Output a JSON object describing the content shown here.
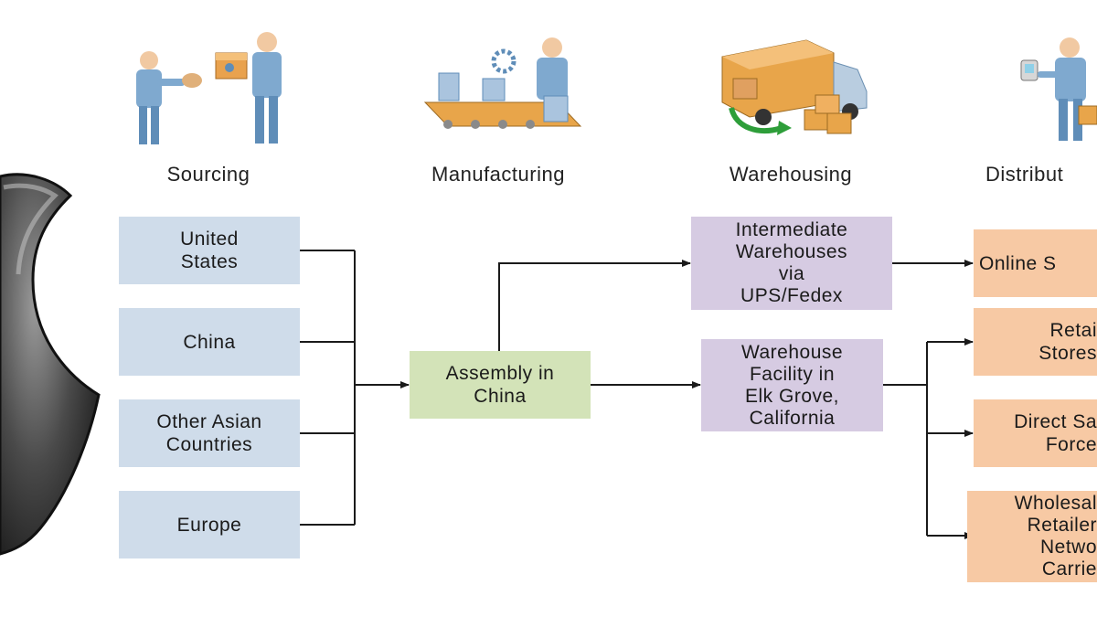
{
  "colors": {
    "source_box": "#cfdcea",
    "assembly_box": "#d3e3b8",
    "warehouse_box": "#d6cbe2",
    "distribution_box": "#f7c9a4",
    "connector": "#1a1a1a",
    "logo": "#4a4a4a"
  },
  "logo": {
    "icon": "apple-logo-icon"
  },
  "stages": [
    {
      "label": "Sourcing",
      "icon": "people-exchanging-package-icon"
    },
    {
      "label": "Manufacturing",
      "icon": "assembly-line-worker-icon"
    },
    {
      "label": "Warehousing",
      "icon": "delivery-truck-icon"
    },
    {
      "label": "Distribut",
      "icon": "worker-with-scanner-icon"
    }
  ],
  "sources": [
    {
      "label": "United\nStates"
    },
    {
      "label": "China"
    },
    {
      "label": "Other Asian\nCountries"
    },
    {
      "label": "Europe"
    }
  ],
  "assembly": {
    "label": "Assembly in\nChina"
  },
  "warehouses": [
    {
      "label": "Intermediate\nWarehouses\nvia\nUPS/Fedex"
    },
    {
      "label": "Warehouse\nFacility in\nElk Grove,\nCalifornia"
    }
  ],
  "distribution": [
    {
      "label": "Online S"
    },
    {
      "label": "Retai\nStores"
    },
    {
      "label": "Direct Sa\nForce"
    },
    {
      "label": "Wholesal\nRetailer\nNetwo\nCarrie"
    }
  ]
}
